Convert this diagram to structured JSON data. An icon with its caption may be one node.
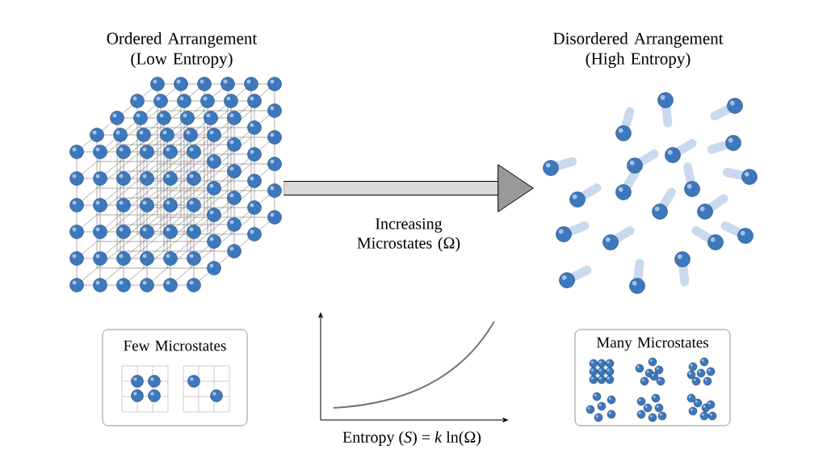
{
  "diagram": {
    "nodes": [
      {
        "text": [
          "Ordered Arrangement (Low Entropy)"
        ]
      },
      {
        "text": [
          "Disordered Arrangement (High Entropy)"
        ]
      },
      {
        "text": [
          "Few Microstates"
        ]
      },
      {
        "text": [
          "Many Microstates"
        ]
      }
    ],
    "edges": [
      {
        "from": 0,
        "to": 1,
        "arrow": "to",
        "label": "Increasing Microstates (Ω)"
      }
    ],
    "labels": [
      "Entropy (*S*) = *k* ln(Ω)"
    ]
  }
}
